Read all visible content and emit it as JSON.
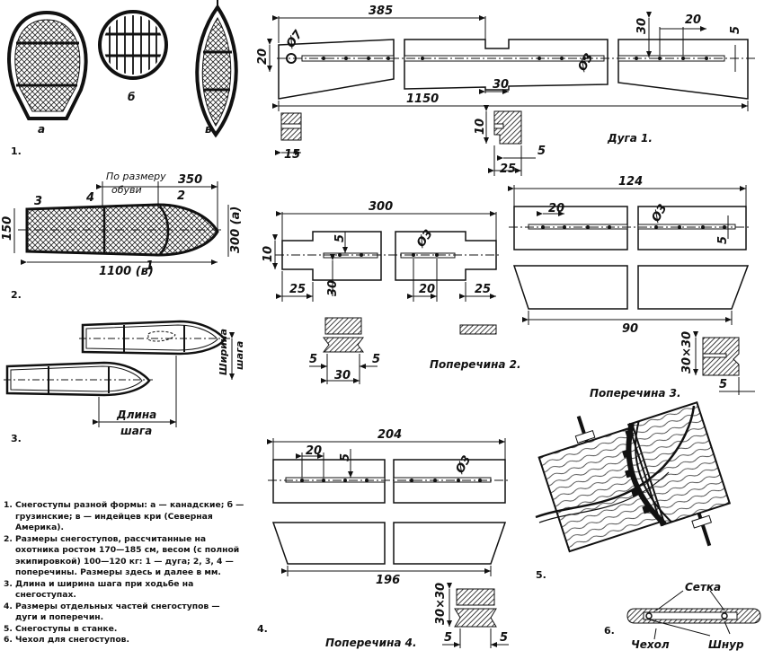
{
  "figure1": {
    "number": "1.",
    "labels": {
      "a": "а",
      "b": "б",
      "c": "в"
    }
  },
  "figure2": {
    "number": "2.",
    "dim_top_label_line1": "По размеру",
    "dim_top_label_line2": "обуви",
    "dim_350": "350",
    "dim_150": "150",
    "dim_300": "300 (а)",
    "dim_1100": "1100 (в)",
    "part_1": "1",
    "part_2": "2",
    "part_3": "3",
    "part_4": "4"
  },
  "figure3": {
    "number": "3.",
    "width_label_line1": "Ширина",
    "width_label_line2": "шага",
    "length_label_line1": "Длина",
    "length_label_line2": "шага"
  },
  "arc1": {
    "title": "Дуга 1.",
    "dim_385": "385",
    "dim_1150": "1150",
    "dim_20_left": "20",
    "dim_d7": "Ø7",
    "dim_d3": "Ø3",
    "dim_30_center": "30",
    "dim_30_right": "30",
    "dim_20_right": "20",
    "dim_5_right": "5",
    "dim_15": "15",
    "dim_10": "10",
    "dim_25": "25",
    "dim_5_section": "5"
  },
  "cross2": {
    "title": "Поперечина 2.",
    "dim_300": "300",
    "dim_5": "5",
    "dim_d3": "Ø3",
    "dim_10": "10",
    "dim_25_left": "25",
    "dim_30": "30",
    "dim_20": "20",
    "dim_25_right": "25",
    "sec_5_left": "5",
    "sec_30": "30",
    "sec_5_right": "5"
  },
  "cross3": {
    "title": "Поперечина 3.",
    "dim_124": "124",
    "dim_20": "20",
    "dim_d3": "Ø3",
    "dim_5": "5",
    "dim_90": "90",
    "sec_30x30": "30×30",
    "sec_5": "5"
  },
  "cross4": {
    "title": "Поперечина 4.",
    "number": "4.",
    "dim_204": "204",
    "dim_20": "20",
    "dim_5": "5",
    "dim_d3": "Ø3",
    "dim_196": "196",
    "sec_30x30": "30×30",
    "sec_5_left": "5",
    "sec_5_right": "5"
  },
  "figure5": {
    "number": "5."
  },
  "figure6": {
    "number": "6.",
    "mesh": "Сетка",
    "cover": "Чехол",
    "cord": "Шнур"
  },
  "legend": [
    {
      "n": "1.",
      "text": "Снегоступы разной формы: а — канадские; б — грузинские; в — индейцев кри (Северная Америка)."
    },
    {
      "n": "2.",
      "text": "Размеры снегоступов, рассчитанные на охотника ростом 170—185 см, весом (с полной экипировкой) 100—120 кг: 1 — дуга; 2, 3, 4 — поперечины. Размеры здесь и далее в мм."
    },
    {
      "n": "3.",
      "text": "Длина и ширина шага при ходьбе на снегоступах."
    },
    {
      "n": "4.",
      "text": "Размеры отдельных частей снегоступов — дуги и поперечин."
    },
    {
      "n": "5.",
      "text": "Снегоступы в станке."
    },
    {
      "n": "6.",
      "text": "Чехол для снегоступов."
    }
  ]
}
